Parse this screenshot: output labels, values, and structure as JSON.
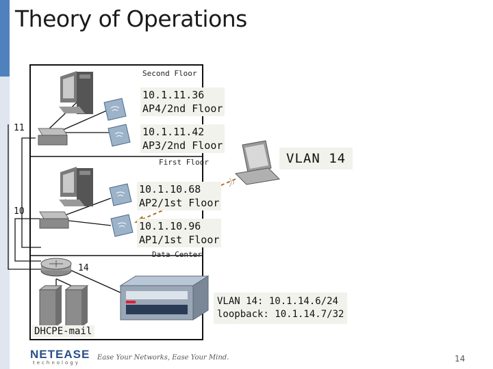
{
  "slide": {
    "title": "Theory of Operations",
    "page_number": "14"
  },
  "zones": {
    "second_floor": "Second Floor",
    "first_floor": "First Floor",
    "data_center": "Data Center"
  },
  "access_points": [
    {
      "ip": "10.1.11.36",
      "name": "AP4/2nd Floor"
    },
    {
      "ip": "10.1.11.42",
      "name": "AP3/2nd Floor"
    },
    {
      "ip": "10.1.10.68",
      "name": "AP2/1st Floor"
    },
    {
      "ip": "10.1.10.96",
      "name": "AP1/1st Floor"
    }
  ],
  "vlans": {
    "second_floor_switch": "11",
    "first_floor_switch": "10",
    "core_router": "14",
    "client": "VLAN 14"
  },
  "controller_info": {
    "line1": "VLAN 14: 10.1.14.6/24",
    "line2": "loopback: 10.1.14.7/32"
  },
  "server_label": "DHCPE-mail",
  "footer": {
    "logo": "NETEASE",
    "logo_sub": "technology",
    "tagline": "Ease Your Networks, Ease Your Mind."
  },
  "colors": {
    "accent": "#4f81bd",
    "label_bg": "#f2f2ec",
    "roam_arrow": "#b07020"
  }
}
